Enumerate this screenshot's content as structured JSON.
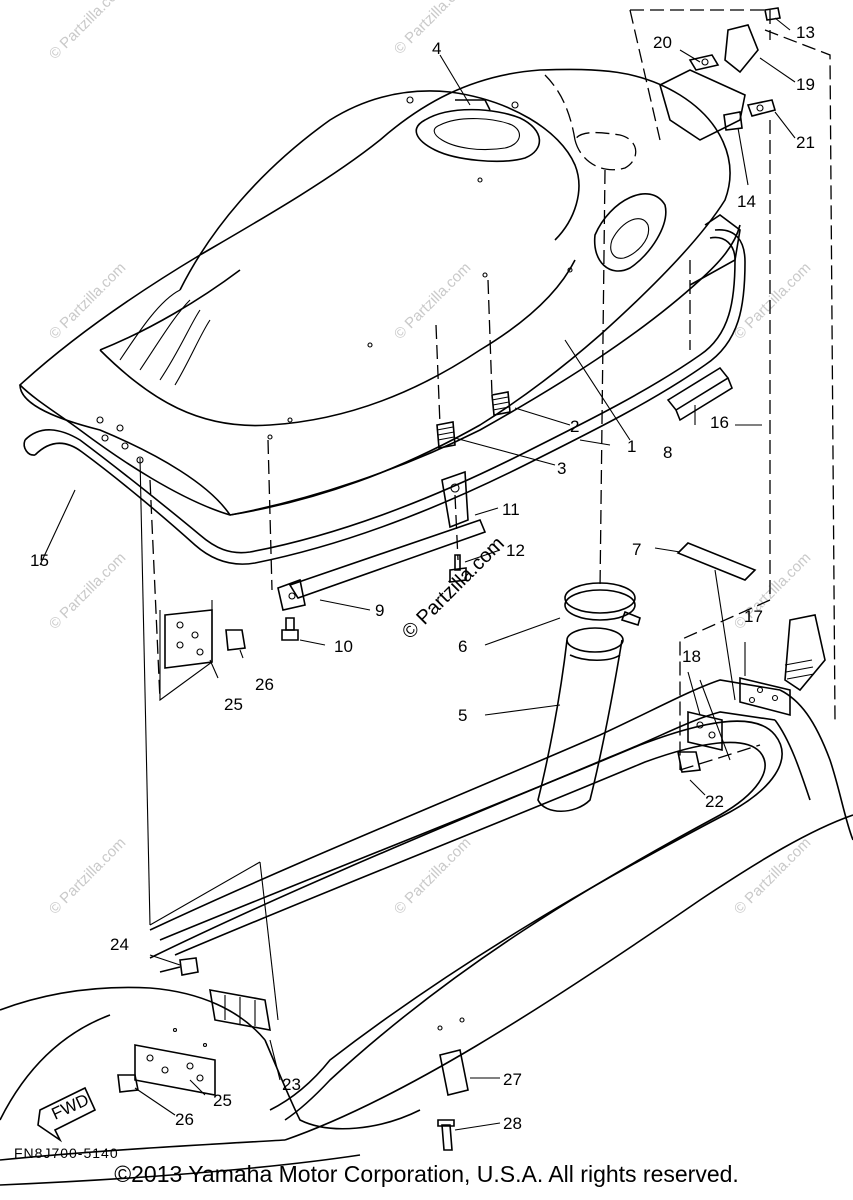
{
  "diagram": {
    "callouts": [
      {
        "id": "c1",
        "text": "1"
      },
      {
        "id": "c2",
        "text": "2"
      },
      {
        "id": "c3",
        "text": "3"
      },
      {
        "id": "c4",
        "text": "4"
      },
      {
        "id": "c5",
        "text": "5"
      },
      {
        "id": "c6",
        "text": "6"
      },
      {
        "id": "c7",
        "text": "7"
      },
      {
        "id": "c8",
        "text": "8"
      },
      {
        "id": "c9",
        "text": "9"
      },
      {
        "id": "c10",
        "text": "10"
      },
      {
        "id": "c11",
        "text": "11"
      },
      {
        "id": "c12",
        "text": "12"
      },
      {
        "id": "c13",
        "text": "13"
      },
      {
        "id": "c14",
        "text": "14"
      },
      {
        "id": "c15",
        "text": "15"
      },
      {
        "id": "c16",
        "text": "16"
      },
      {
        "id": "c17",
        "text": "17"
      },
      {
        "id": "c18",
        "text": "18"
      },
      {
        "id": "c19",
        "text": "19"
      },
      {
        "id": "c20",
        "text": "20"
      },
      {
        "id": "c21",
        "text": "21"
      },
      {
        "id": "c22",
        "text": "22"
      },
      {
        "id": "c23",
        "text": "23"
      },
      {
        "id": "c24",
        "text": "24"
      },
      {
        "id": "c25a",
        "text": "25"
      },
      {
        "id": "c25b",
        "text": "25"
      },
      {
        "id": "c26a",
        "text": "26"
      },
      {
        "id": "c26b",
        "text": "26"
      },
      {
        "id": "c27",
        "text": "27"
      },
      {
        "id": "c28",
        "text": "28"
      }
    ],
    "fwd_label": "FWD",
    "drawing_code": "FN8J700-5140",
    "watermark_text": "© Partzilla.com",
    "watermark_center": "© Partzilla.com"
  },
  "footer": {
    "copyright": "©2013 Yamaha Motor Corporation, U.S.A. All rights reserved."
  }
}
